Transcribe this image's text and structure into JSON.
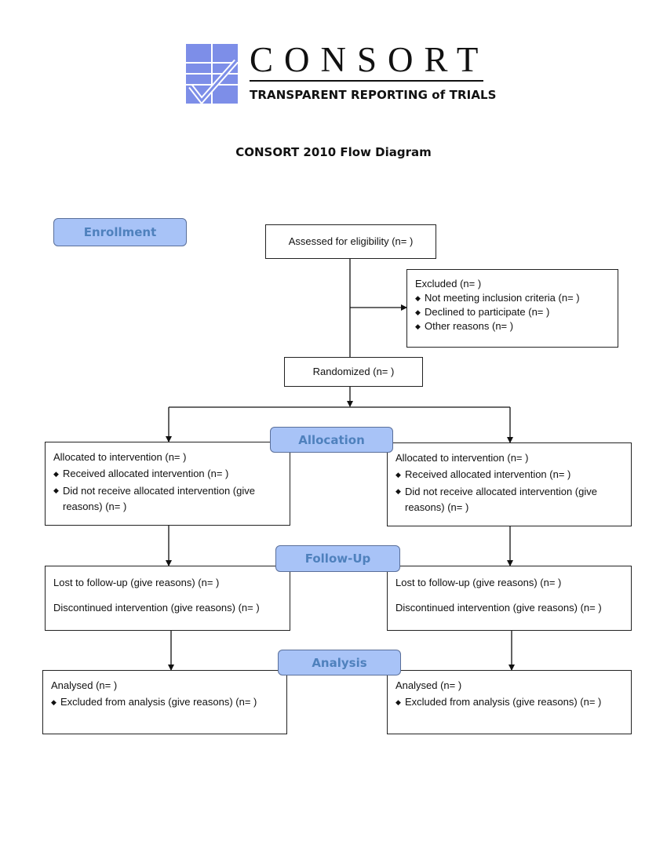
{
  "logo": {
    "wordmark": "CONSORT",
    "tagline": "TRANSPARENT REPORTING of TRIALS",
    "color": "#7d8ee8"
  },
  "title": "CONSORT 2010 Flow Diagram",
  "stages": {
    "enrollment": "Enrollment",
    "allocation": "Allocation",
    "follow_up": "Follow-Up",
    "analysis": "Analysis"
  },
  "enrollment": {
    "assessed": "Assessed for eligibility (n=  )",
    "excluded": {
      "heading": "Excluded  (n=   )",
      "items": [
        "Not meeting inclusion criteria (n=  )",
        "Declined to participate (n=  )",
        "Other reasons (n=  )"
      ]
    },
    "randomized": "Randomized (n=  )"
  },
  "allocation": {
    "left": {
      "heading": "Allocated to intervention (n=  )",
      "items": [
        "Received allocated intervention (n=  )",
        "Did not receive allocated intervention (give reasons) (n=  )"
      ]
    },
    "right": {
      "heading": "Allocated to intervention (n=  )",
      "items": [
        "Received allocated intervention (n=  )",
        "Did not receive allocated intervention (give reasons) (n=  )"
      ]
    }
  },
  "follow_up": {
    "left": {
      "lost": "Lost to follow-up (give reasons) (n=  )",
      "discontinued": "Discontinued intervention (give reasons) (n=  )"
    },
    "right": {
      "lost": "Lost to follow-up (give reasons) (n=  )",
      "discontinued": "Discontinued intervention (give reasons) (n=  )"
    }
  },
  "analysis": {
    "left": {
      "heading": "Analysed  (n=  )",
      "items": [
        "Excluded from analysis (give reasons) (n=  )"
      ]
    },
    "right": {
      "heading": "Analysed  (n=  )",
      "items": [
        "Excluded from analysis (give reasons) (n=  )"
      ]
    }
  }
}
